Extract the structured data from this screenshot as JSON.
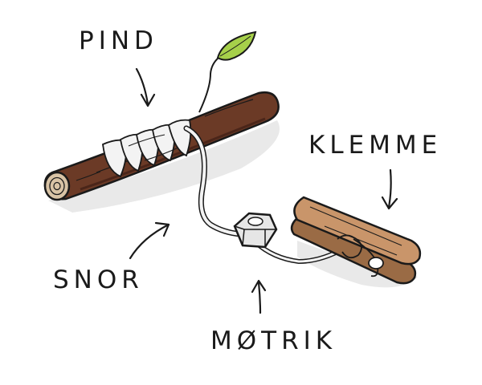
{
  "labels": {
    "stick": "PIND",
    "clothespin": "KLEMME",
    "string": "SNOR",
    "nut": "MØTRIK"
  },
  "colors": {
    "stick": "#6b3a26",
    "stick_dark": "#4a2519",
    "stick_end": "#d8c3a5",
    "leaf": "#a6d04a",
    "string": "#f3f3f3",
    "clothespin": "#c9956a",
    "clothespin_dark": "#9a6b45",
    "nut": "#e6e6e6",
    "ink": "#1a1a1a",
    "shadow": "#e9e9e9"
  }
}
